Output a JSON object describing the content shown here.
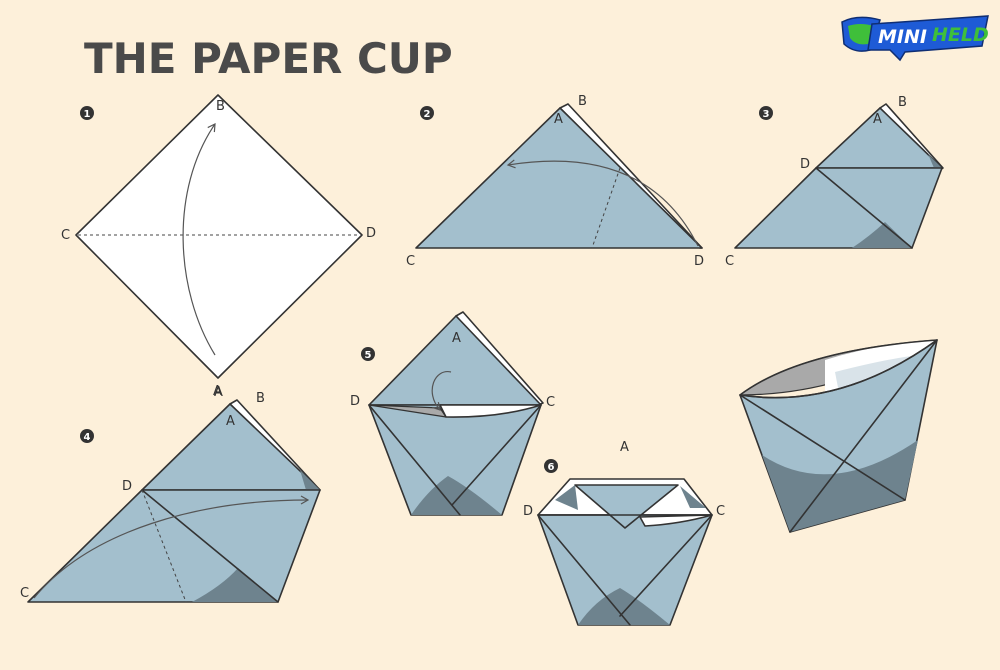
{
  "title": "THE PAPER CUP",
  "logo": {
    "text_part1": "MINI",
    "text_part2": "HELD"
  },
  "steps": [
    {
      "number": "1",
      "labels": {
        "top": "B",
        "left": "C",
        "right": "D",
        "bottom": "A"
      }
    },
    {
      "number": "2",
      "labels": {
        "a": "A",
        "b": "B",
        "c": "C",
        "d": "D"
      }
    },
    {
      "number": "3",
      "labels": {
        "a": "A",
        "b": "B",
        "c": "C",
        "d": "D"
      }
    },
    {
      "number": "4",
      "labels": {
        "a_outer": "A",
        "a": "A",
        "b": "B",
        "c": "C",
        "d": "D"
      }
    },
    {
      "number": "5",
      "labels": {
        "a": "A",
        "c": "C",
        "d": "D"
      }
    },
    {
      "number": "6",
      "labels": {
        "a": "A",
        "c": "C",
        "d": "D"
      }
    }
  ],
  "colors": {
    "background": "#fdf0da",
    "paper_front": "#a3bfcd",
    "paper_back": "#ffffff",
    "shadow": "#6e838e",
    "title": "#4a4a4a",
    "logo_blue": "#1e5bd6",
    "logo_green": "#3fbf3a"
  }
}
